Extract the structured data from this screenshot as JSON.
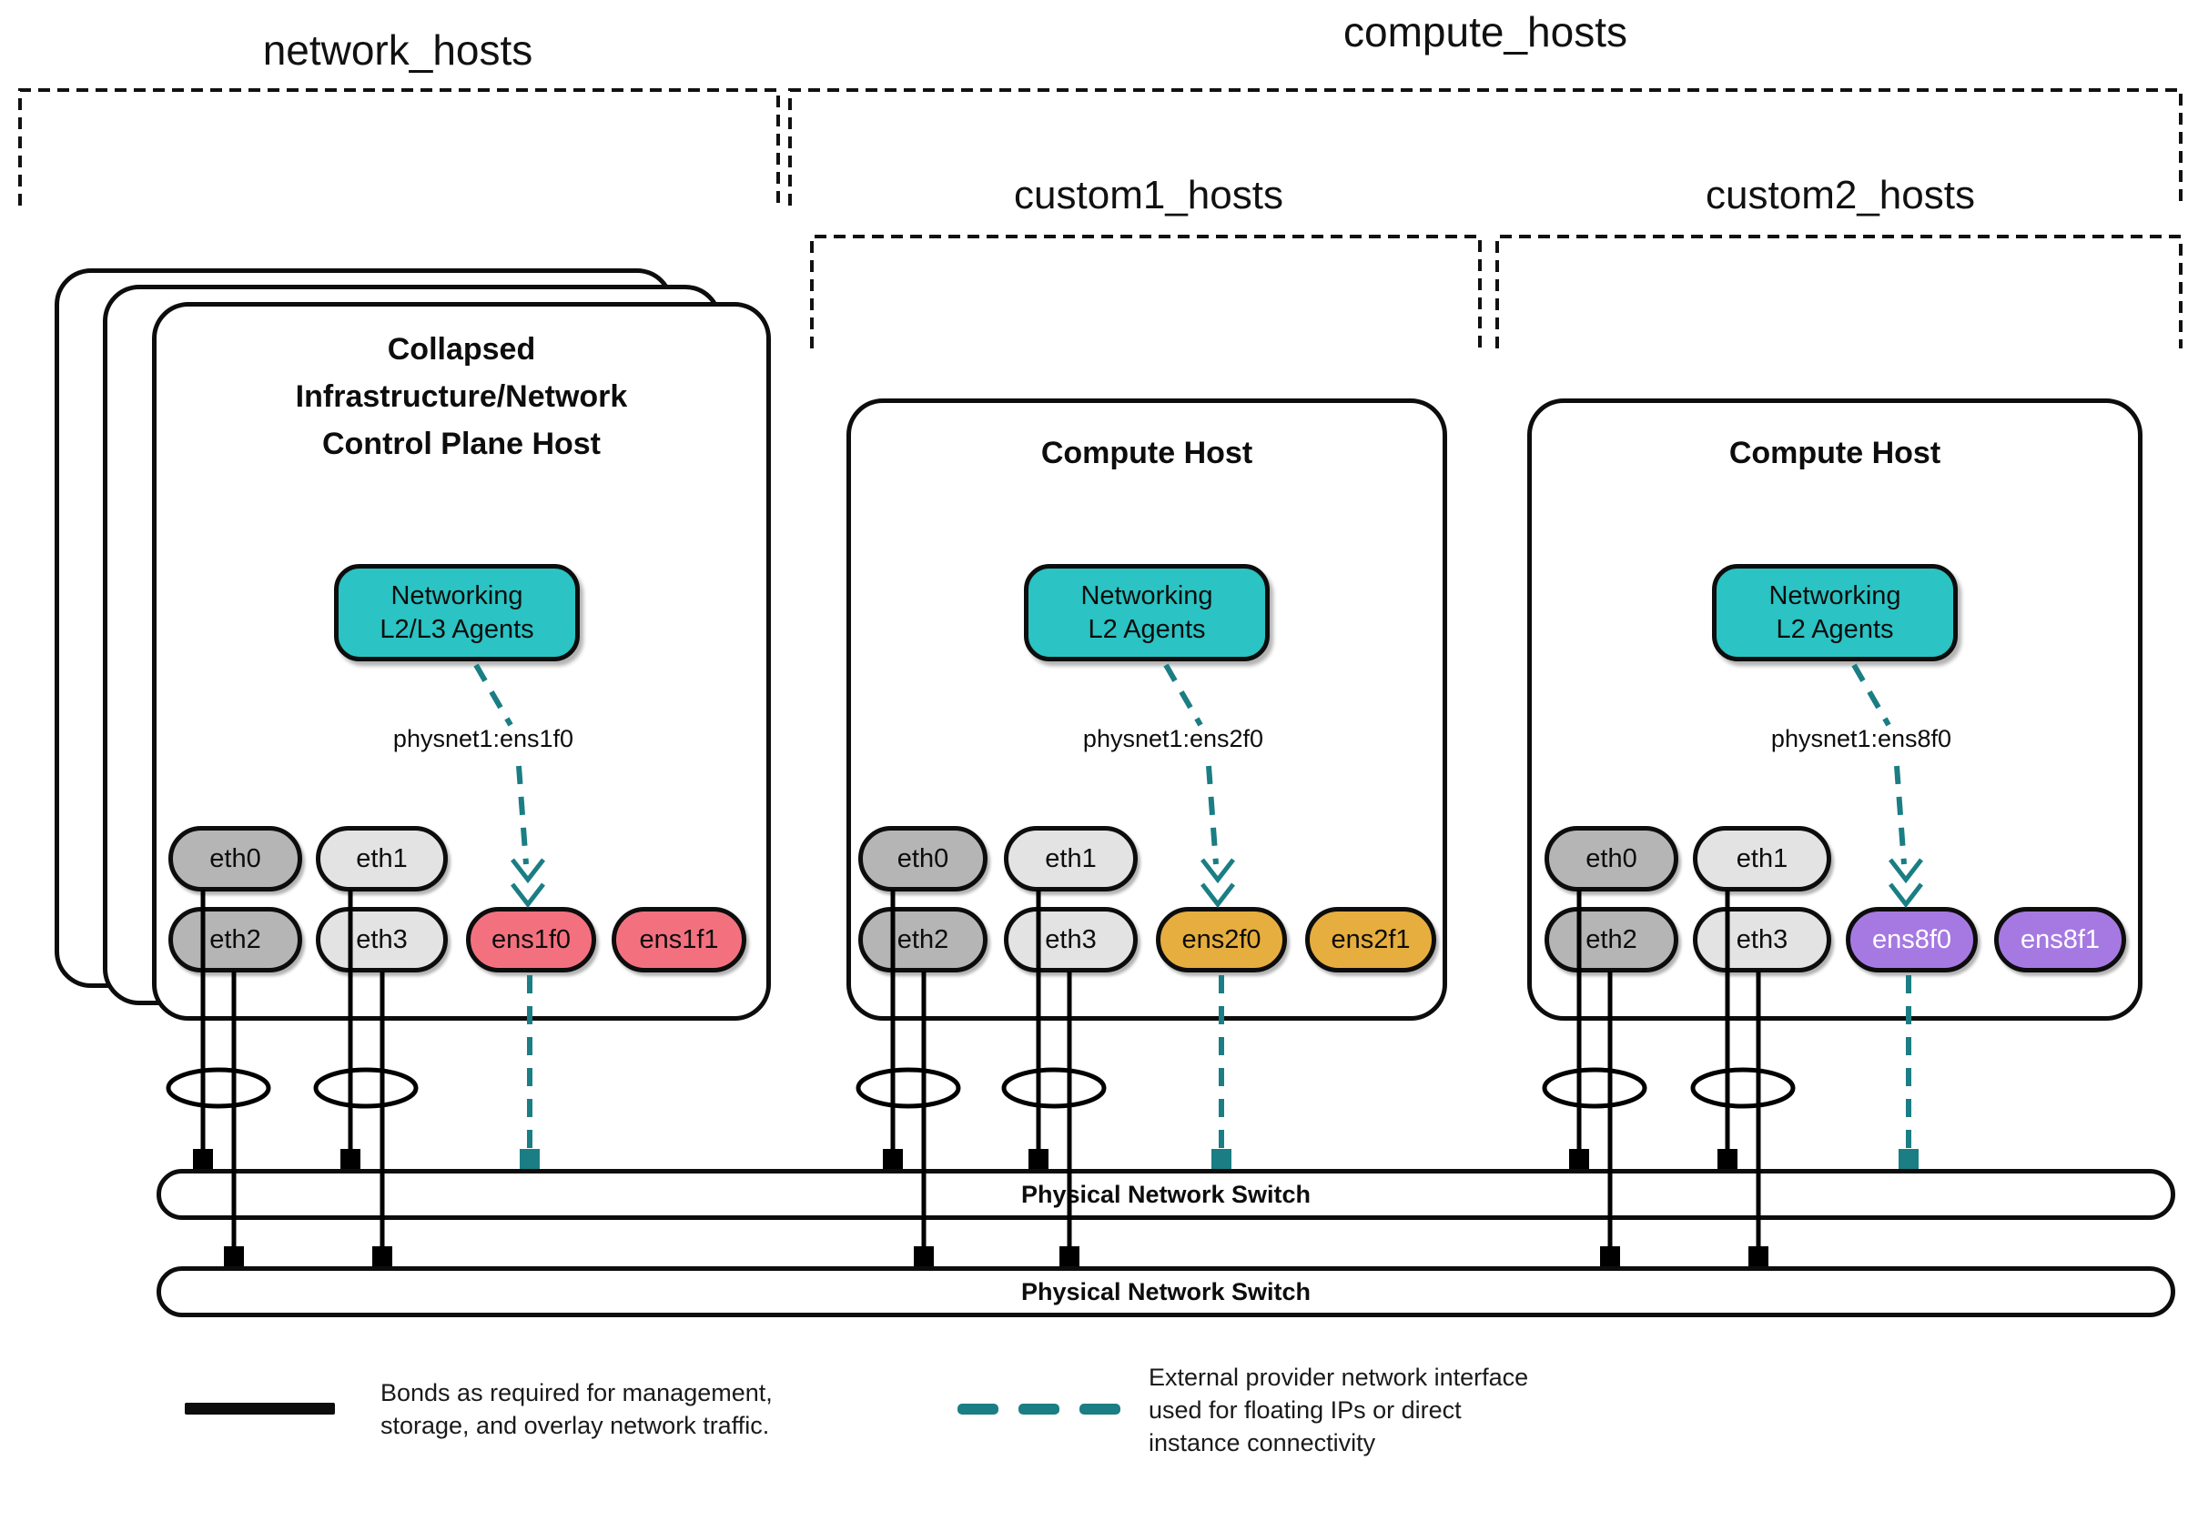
{
  "groups": {
    "network": {
      "label": "network_hosts"
    },
    "compute": {
      "label": "compute_hosts"
    },
    "custom1": {
      "label": "custom1_hosts"
    },
    "custom2": {
      "label": "custom2_hosts"
    }
  },
  "hosts": {
    "infra": {
      "title_lines": [
        "Collapsed",
        "Infrastructure/Network",
        "Control Plane Host"
      ],
      "agent_lines": [
        "Networking",
        "L2/L3 Agents"
      ],
      "physnet_label": "physnet1:ens1f0",
      "interfaces": [
        "eth0",
        "eth1",
        "eth2",
        "eth3",
        "ens1f0",
        "ens1f1"
      ]
    },
    "compute1": {
      "title": "Compute Host",
      "agent_lines": [
        "Networking",
        "L2 Agents"
      ],
      "physnet_label": "physnet1:ens2f0",
      "interfaces": [
        "eth0",
        "eth1",
        "eth2",
        "eth3",
        "ens2f0",
        "ens2f1"
      ]
    },
    "compute2": {
      "title": "Compute Host",
      "agent_lines": [
        "Networking",
        "L2 Agents"
      ],
      "physnet_label": "physnet1:ens8f0",
      "interfaces": [
        "eth0",
        "eth1",
        "eth2",
        "eth3",
        "ens8f0",
        "ens8f1"
      ]
    }
  },
  "switches": {
    "top": {
      "label": "Physical Network Switch"
    },
    "bottom": {
      "label": "Physical Network Switch"
    }
  },
  "legend": {
    "bonds": {
      "lines": [
        "Bonds as required for management,",
        "storage, and overlay network traffic."
      ]
    },
    "provider": {
      "lines": [
        "External provider network interface",
        "used for floating IPs or direct",
        "instance connectivity"
      ]
    }
  },
  "colors": {
    "agent_teal": "#2bc3c3",
    "provider_teal": "#1a7e84",
    "nic_pink": "#f3717f",
    "nic_amber": "#e6ae3e",
    "nic_purple": "#a679e2",
    "iface_dark_gray": "#b5b5b5",
    "iface_light_gray": "#e3e3e3",
    "stroke": "#0d0d0d"
  }
}
